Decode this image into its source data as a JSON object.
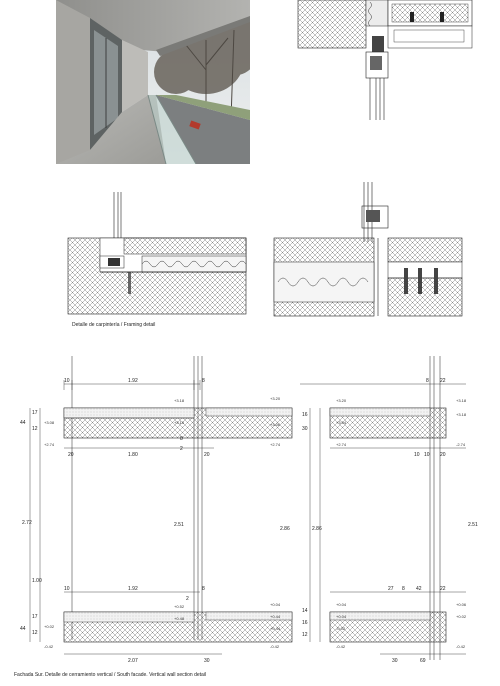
{
  "captions": {
    "framing": "Detalle de carpintería / Framing detail",
    "south": "Fachada Sur. Detalle de cerramiento vertical / South facade. Vertical wall section detail"
  },
  "section_left": {
    "top_dims": [
      "10",
      "1.92",
      "8"
    ],
    "slab_top_dims": [
      "20",
      "1.80",
      "20"
    ],
    "lower_dims": [
      "10",
      "1.92",
      "2",
      "8"
    ],
    "bottom_dims": [
      "2.07",
      "30"
    ],
    "left_dims": [
      "44",
      "17",
      "12",
      "2.72",
      "1.00",
      "44",
      "17",
      "12"
    ],
    "mid_dims": [
      "8",
      "2",
      "2.51",
      "2.86"
    ],
    "levels_upper": [
      "+3.18",
      "+3.08",
      "+2.74",
      "+3.10",
      "+3.20",
      "+3.06",
      "+2.74"
    ],
    "levels_lower": [
      "+0.52",
      "+0.48",
      "+0.02",
      "-0.42",
      "+0.04",
      "+0.44",
      "+0.44",
      "-0.42"
    ]
  },
  "section_right": {
    "top_dims": [
      "8",
      "22"
    ],
    "slab_top_dims": [
      "10",
      "10",
      "20"
    ],
    "lower_dims": [
      "27",
      "8",
      "42",
      "22"
    ],
    "bottom_dims": [
      "30",
      "69"
    ],
    "left_dims": [
      "16",
      "30",
      "2.86",
      "14",
      "16",
      "12"
    ],
    "right_dims": [
      "2.51"
    ],
    "levels_upper": [
      "+3.20",
      "+3.04",
      "+2.74",
      "+3.18",
      "+3.18",
      "-2.74"
    ],
    "levels_lower": [
      "+0.04",
      "+0.04",
      "-0.02",
      "-0.42",
      "+0.06",
      "+0.02",
      "-0.42"
    ]
  }
}
